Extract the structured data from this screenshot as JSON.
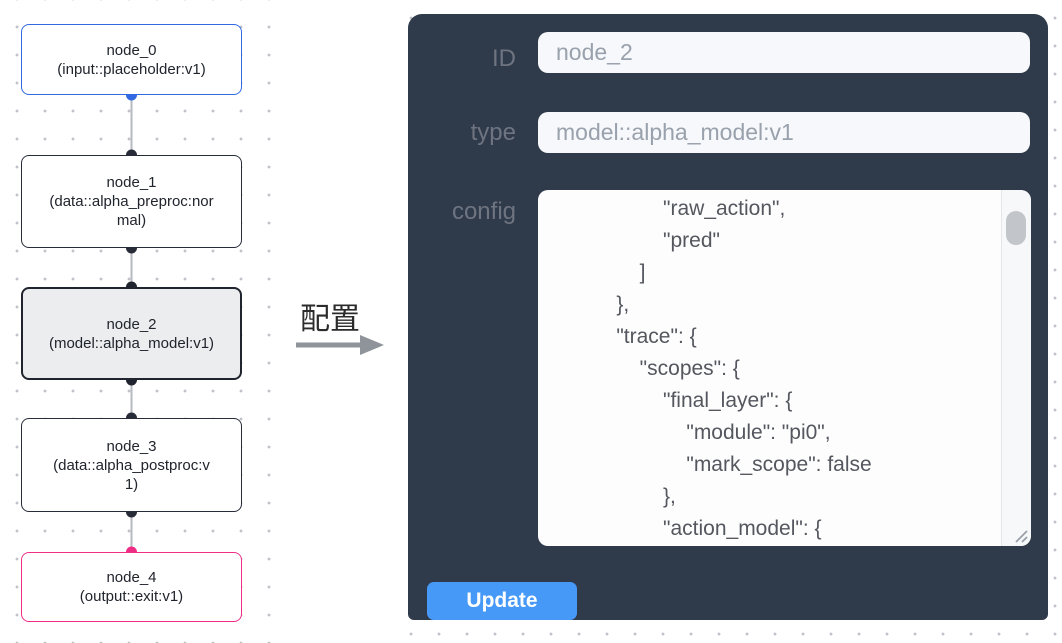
{
  "flowchart": {
    "nodes": [
      {
        "name": "node_0",
        "type_label": "(input::placeholder:v1)",
        "variant": "input"
      },
      {
        "name": "node_1",
        "type_label": "(data::alpha_preproc:normal)",
        "variant": "default"
      },
      {
        "name": "node_2",
        "type_label": "(model::alpha_model:v1)",
        "variant": "selected"
      },
      {
        "name": "node_3",
        "type_label": "(data::alpha_postproc:v1)",
        "variant": "default"
      },
      {
        "name": "node_4",
        "type_label": "(output::exit:v1)",
        "variant": "output"
      }
    ],
    "colors": {
      "input_accent": "#3069e2",
      "output_accent": "#ee2d87",
      "node_border": "#272c38",
      "selected_node_bg": "#ebedef",
      "connector": "#b7bac0"
    }
  },
  "transition": {
    "label": "配置",
    "icon": "arrow-right-icon",
    "arrow_color": "#8f949b"
  },
  "panel": {
    "bg_color": "#2f3a4b",
    "accent_color": "#4799f7",
    "fields": [
      {
        "label": "ID",
        "value": "node_2"
      },
      {
        "label": "type",
        "value": "model::alpha_model:v1"
      }
    ],
    "config": {
      "label": "config",
      "lines": [
        "                  \"raw_action\",",
        "                  \"pred\"",
        "              ]",
        "          },",
        "          \"trace\": {",
        "              \"scopes\": {",
        "                  \"final_layer\": {",
        "                      \"module\": \"pi0\",",
        "                      \"mark_scope\": false",
        "                  },",
        "                  \"action_model\": {"
      ]
    },
    "update_label": "Update",
    "icons": {
      "scrollbar": "scrollbar-thumb",
      "resize": "resize-grip-icon"
    }
  }
}
